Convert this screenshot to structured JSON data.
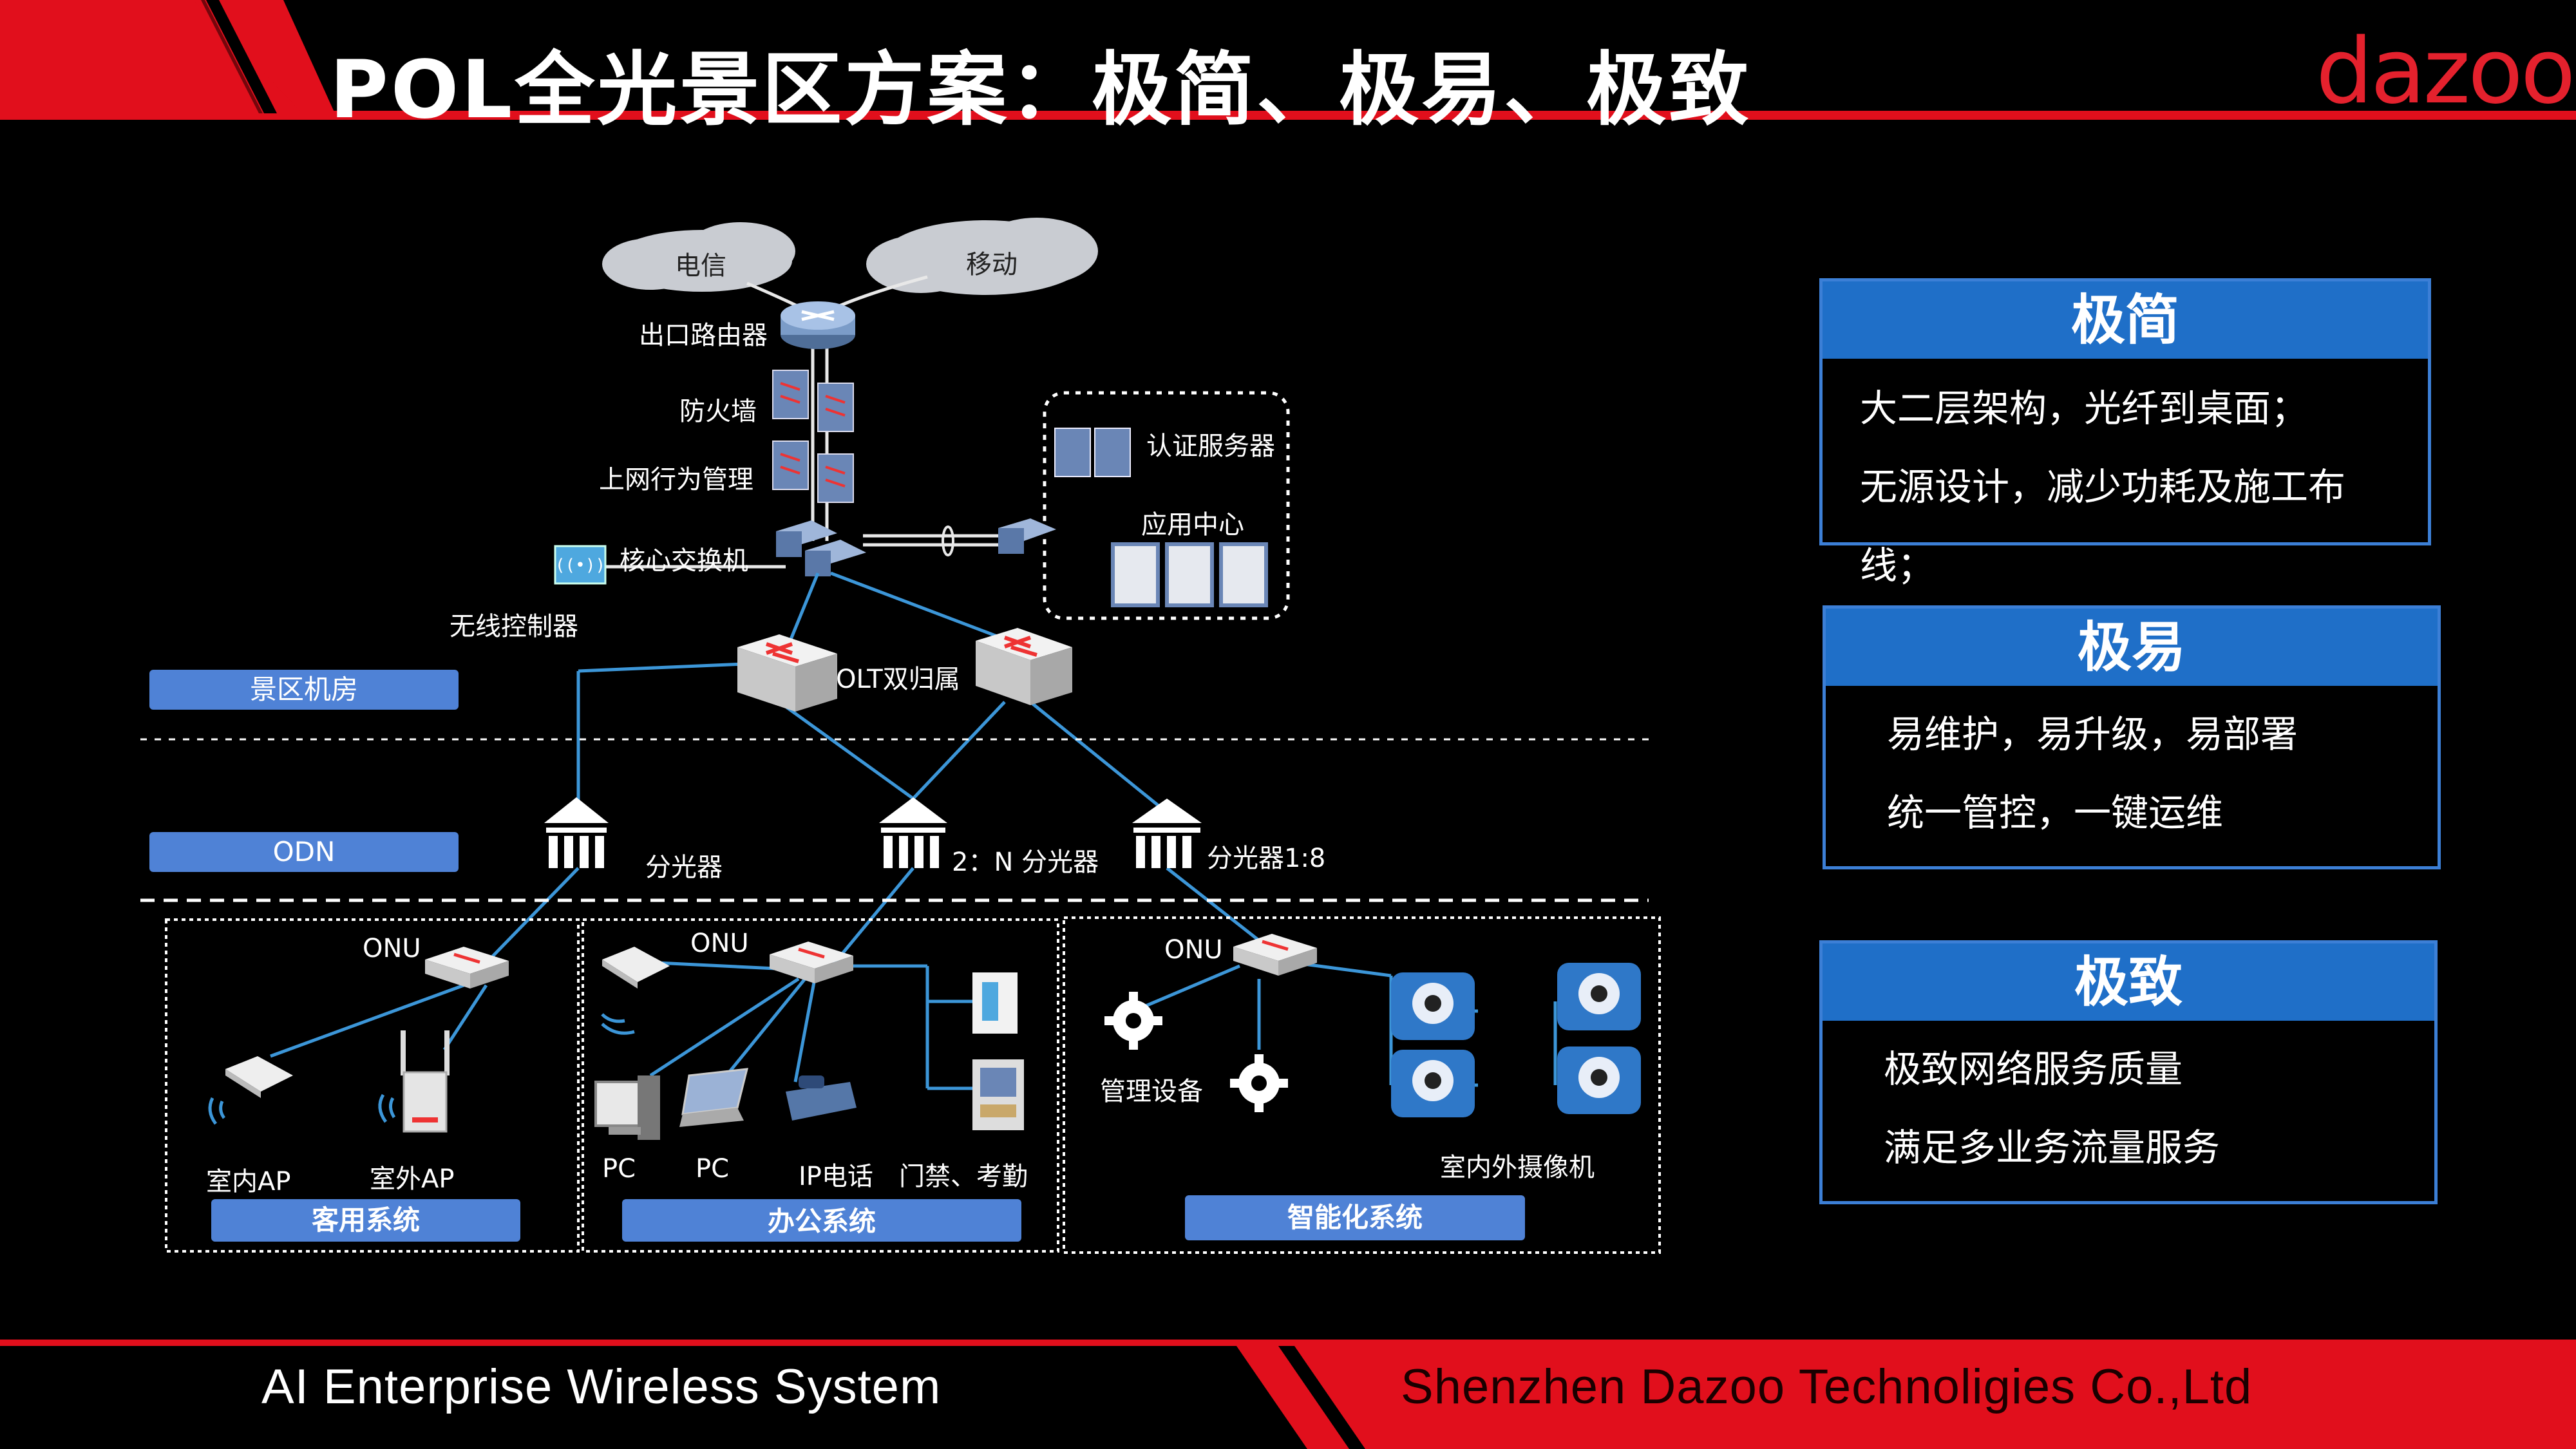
{
  "header": {
    "title": "POL全光景区方案：极简、极易、极致",
    "logo": "dazoo"
  },
  "footer": {
    "left": "AI Enterprise Wireless System",
    "right": "Shenzhen Dazoo Technoligies Co.,Ltd"
  },
  "colors": {
    "accent": "#e4212d",
    "panel": "#1f6fc8",
    "link": "#3c96d8"
  },
  "diagram": {
    "isp_telecom": "电信",
    "isp_mobile": "移动",
    "router": "出口路由器",
    "firewall": "防火墙",
    "behavior_mgmt": "上网行为管理",
    "core_switch": "核心交换机",
    "wireless_ctrl": "无线控制器",
    "auth_server": "认证服务器",
    "app_center": "应用中心",
    "olt": "OLT双归属",
    "zone_room": "景区机房",
    "zone_odn": "ODN",
    "splitter_a": "分光器",
    "splitter_b": "2：N 分光器",
    "splitter_c": "分光器1:8",
    "onu_1": "ONU",
    "onu_2": "ONU",
    "onu_3": "ONU",
    "indoor_ap": "室内AP",
    "outdoor_ap": "室外AP",
    "pc_1": "PC",
    "pc_2": "PC",
    "ip_phone": "IP电话",
    "access_ctrl": "门禁、考勤",
    "mgmt_device": "管理设备",
    "cameras": "室内外摄像机",
    "sys_guest": "客用系统",
    "sys_office": "办公系统",
    "sys_smart": "智能化系统"
  },
  "cards": [
    {
      "title": "极简",
      "lines": [
        "大二层架构，光纤到桌面；",
        "无源设计，减少功耗及施工布",
        "线；"
      ]
    },
    {
      "title": "极易",
      "lines": [
        "易维护，易升级，易部署",
        "统一管控，一键运维"
      ]
    },
    {
      "title": "极致",
      "lines": [
        "极致网络服务质量",
        "满足多业务流量服务"
      ]
    }
  ]
}
